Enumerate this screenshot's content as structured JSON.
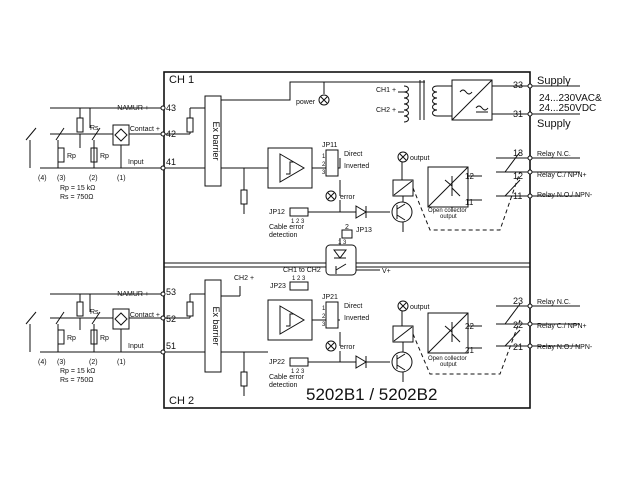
{
  "header": {
    "ch1_label": "CH 1",
    "ch2_label": "CH 2",
    "model": "5202B1 / 5202B2"
  },
  "inputs": {
    "namur": "NAMUR +",
    "contact": "Contact +",
    "input": "Input",
    "rs": "Rs",
    "rp": "Rp",
    "types": [
      "(4)",
      "(3)",
      "(2)",
      "(1)"
    ],
    "rp_value": "Rp  =  15  kΩ",
    "rs_value": "Rs  =  750Ω"
  },
  "ch1": {
    "terminals": [
      "43",
      "42",
      "41"
    ],
    "barrier": "Ex barrier",
    "power": "power",
    "jp_main": "JP11",
    "direct": "Direct",
    "inverted": "Inverted",
    "jp_cable": "JP12",
    "pins": "1 2 3",
    "cable1": "Cable  error",
    "cable2": "detection",
    "error": "error",
    "output": "output",
    "oc1": "Open collector",
    "oc2": "output",
    "oc_terms": [
      "12",
      "11"
    ],
    "relay_terms": [
      "13",
      "12",
      "11"
    ],
    "relay_labels": [
      "Relay N.C.",
      "Relay C./ NPN+",
      "Relay N.O./ NPN-"
    ]
  },
  "ch2": {
    "terminals": [
      "53",
      "52",
      "51"
    ],
    "barrier": "Ex barrier",
    "jp_main": "JP21",
    "direct": "Direct",
    "inverted": "Inverted",
    "jp_cable": "JP22",
    "pins": "1 2 3",
    "cable1": "Cable  error",
    "cable2": "detection",
    "error": "error",
    "output": "output",
    "oc1": "Open collector",
    "oc2": "output",
    "oc_terms": [
      "22",
      "21"
    ],
    "relay_terms": [
      "23",
      "22",
      "21"
    ],
    "relay_labels": [
      "Relay N.C.",
      "Relay C./ NPN+",
      "Relay N.O./ NPN-"
    ]
  },
  "link": {
    "jp23": "JP23",
    "pins": "1 2 3",
    "ch1_to_ch2": "CH1 to CH2",
    "ch2_plus": "CH2 +",
    "vplus": "V+",
    "jp13": "JP13",
    "jp13_pins": "1 3",
    "jp13_top": "2"
  },
  "supply": {
    "transformer_top": "CH1 +",
    "transformer_bottom": "CH2 +",
    "terminals": [
      "33",
      "31"
    ],
    "top": "Supply",
    "v1": "24...230VAC&",
    "v2": "24...250VDC",
    "bottom": "Supply"
  }
}
